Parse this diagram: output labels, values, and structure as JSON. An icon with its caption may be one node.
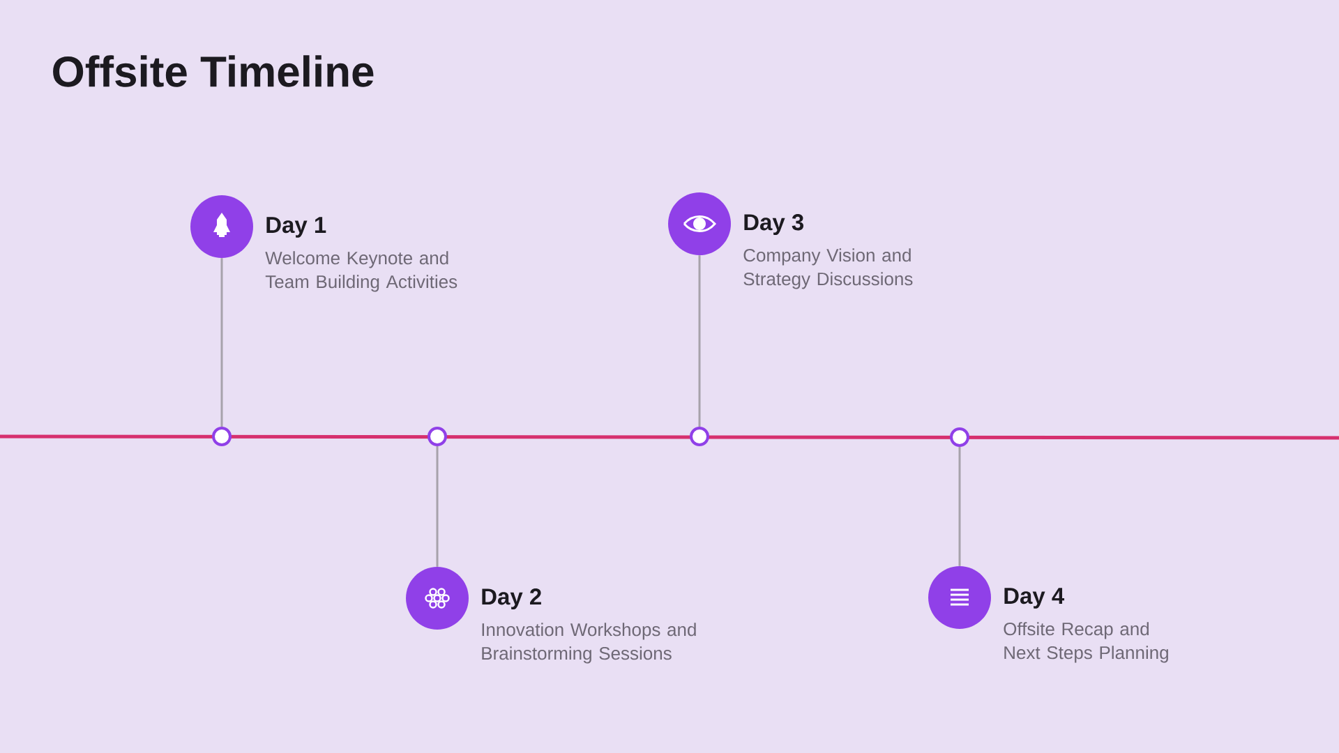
{
  "diagram": {
    "title": "Offsite Timeline",
    "nodes": [
      {
        "text": [
          "Day 1",
          "Welcome Keynote and Team Building Activities"
        ]
      },
      {
        "text": [
          "Day 2",
          "Innovation Workshops and Brainstorming Sessions"
        ]
      },
      {
        "text": [
          "Day 3",
          "Company Vision and Strategy Discussions"
        ]
      },
      {
        "text": [
          "Day 4",
          "Offsite Recap and Next Steps Planning"
        ]
      },
      {
        "text": [],
        "shape": "circle"
      },
      {
        "text": [],
        "shape": "circle"
      },
      {
        "text": [],
        "shape": "circle"
      },
      {
        "text": [],
        "shape": "circle"
      }
    ],
    "edges": [
      {
        "from": 4,
        "to": 0,
        "arrow": "none"
      },
      {
        "from": 5,
        "to": 1,
        "arrow": "none"
      },
      {
        "from": 6,
        "to": 2,
        "arrow": "none"
      },
      {
        "from": 7,
        "to": 3,
        "arrow": "none"
      }
    ]
  }
}
